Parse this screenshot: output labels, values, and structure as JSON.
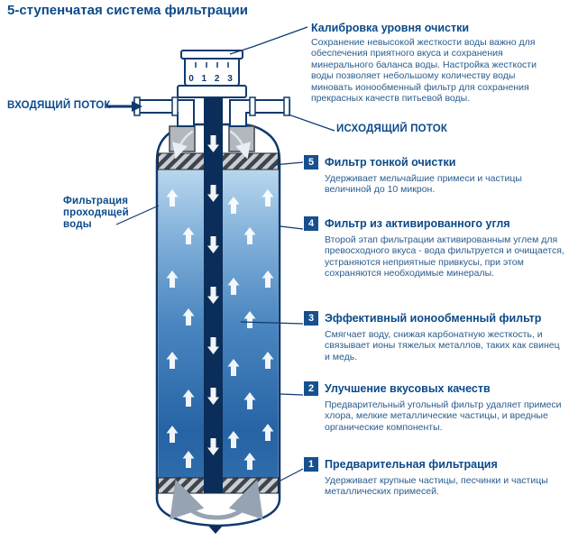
{
  "title": "5-ступенчатая система фильтрации",
  "flow": {
    "incoming": "ВХОДЯЩИЙ ПОТОК",
    "outgoing": "ИСХОДЯЩИЙ ПОТОК",
    "passing": "Фильтрация проходящей воды"
  },
  "dial": "0 1 2 3",
  "calibration": {
    "heading": "Калибровка уровня очистки",
    "text": "Сохранение невысокой жесткости воды важно для обеспечения приятного вкуса и сохранения минерального баланса воды. Настройка жесткости воды позволяет небольшому количеству воды миновать ионообменный фильтр для сохранения прекрасных качеств питьевой воды."
  },
  "stages": [
    {
      "num": "5",
      "heading": "Фильтр тонкой очистки",
      "text": "Удерживает мельчайшие примеси и частицы величиной до 10 микрон."
    },
    {
      "num": "4",
      "heading": "Фильтр из активированного угля",
      "text": "Второй этап фильтрации активированным углем для превосходного вкуса - вода фильтруется и очищается, устраняются неприятные привкусы, при этом сохраняются необходимые минералы."
    },
    {
      "num": "3",
      "heading": "Эффективный ионообменный фильтр",
      "text": "Смягчает воду, снижая карбонатную жесткость, и связывает ионы тяжелых металлов, таких как свинец и медь."
    },
    {
      "num": "2",
      "heading": "Улучшение вкусовых качеств",
      "text": "Предварительный угольный фильтр удаляет примеси хлора, мелкие металлические частицы, и вредные органические компоненты."
    },
    {
      "num": "1",
      "heading": "Предварительная фильтрация",
      "text": "Удерживает крупные частицы, песчинки и частицы металлических примесей."
    }
  ],
  "colors": {
    "heading": "#0b4a8a",
    "body_text": "#2a5c8e",
    "badge_bg": "#15508f",
    "navy_outline": "#0e3a6e"
  }
}
